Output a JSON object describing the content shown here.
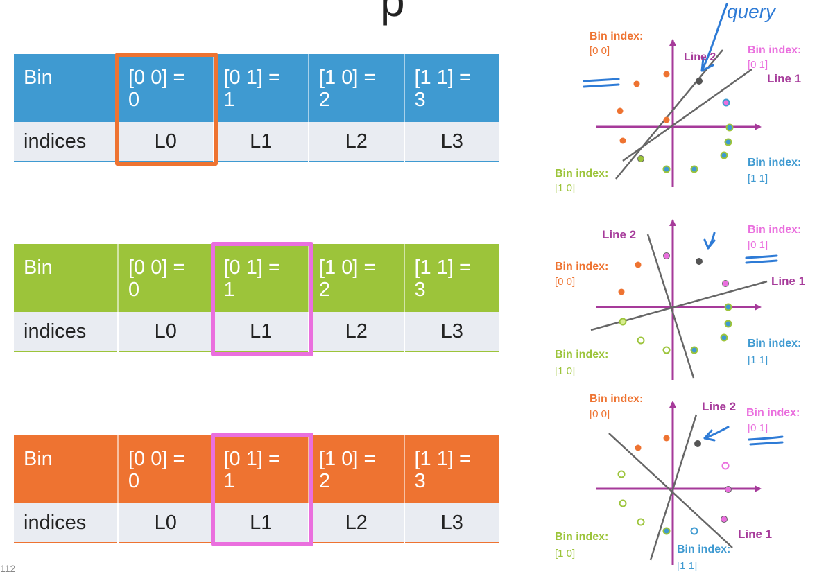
{
  "page": {
    "title_fragment": "p",
    "page_number": "112"
  },
  "colors": {
    "blue": "#3f9ad1",
    "green": "#9cc43a",
    "orange": "#ee7331",
    "magenta_axis": "#a63a9a",
    "pink": "#ea6fde",
    "highlight_orange": "#ee7331",
    "highlight_pink": "#ea6fde"
  },
  "tables": [
    {
      "header": [
        "Bin",
        "[0 0] =\n0",
        "[0 1] =\n1",
        "[1 0] =\n2",
        "[1 1] =\n3"
      ],
      "row": [
        "indices",
        "L0",
        "L1",
        "L2",
        "L3"
      ],
      "highlighted_column": 1
    },
    {
      "header": [
        "Bin",
        "[0 0] =\n0",
        "[0 1] =\n1",
        "[1 0] =\n2",
        "[1 1] =\n3"
      ],
      "row": [
        "indices",
        "L0",
        "L1",
        "L2",
        "L3"
      ],
      "highlighted_column": 2
    },
    {
      "header": [
        "Bin",
        "[0 0] =\n0",
        "[0 1] =\n1",
        "[1 0] =\n2",
        "[1 1] =\n3"
      ],
      "row": [
        "indices",
        "L0",
        "L1",
        "L2",
        "L3"
      ],
      "highlighted_column": 2
    }
  ],
  "plots": [
    {
      "handwritten_label": "query",
      "labels": {
        "bin_00_title": "Bin index:",
        "bin_00_value": "[0 0]",
        "bin_01_title": "Bin index:",
        "bin_01_value": "[0 1]",
        "bin_10_title": "Bin index:",
        "bin_10_value": "[1 0]",
        "bin_11_title": "Bin index:",
        "bin_11_value": "[1 1]",
        "line1": "Line 1",
        "line2": "Line 2"
      }
    },
    {
      "labels": {
        "bin_00_title": "Bin index:",
        "bin_00_value": "[0 0]",
        "bin_01_title": "Bin index:",
        "bin_01_value": "[0 1]",
        "bin_10_title": "Bin index:",
        "bin_10_value": "[1 0]",
        "bin_11_title": "Bin index:",
        "bin_11_value": "[1 1]",
        "line1": "Line 1",
        "line2": "Line 2"
      }
    },
    {
      "labels": {
        "bin_00_title": "Bin index:",
        "bin_00_value": "[0 0]",
        "bin_01_title": "Bin index:",
        "bin_01_value": "[0 1]",
        "bin_10_title": "Bin index:",
        "bin_10_value": "[1 0]",
        "bin_11_title": "Bin index:",
        "bin_11_value": "[1 1]",
        "line1": "Line 1",
        "line2": "Line 2"
      }
    }
  ]
}
